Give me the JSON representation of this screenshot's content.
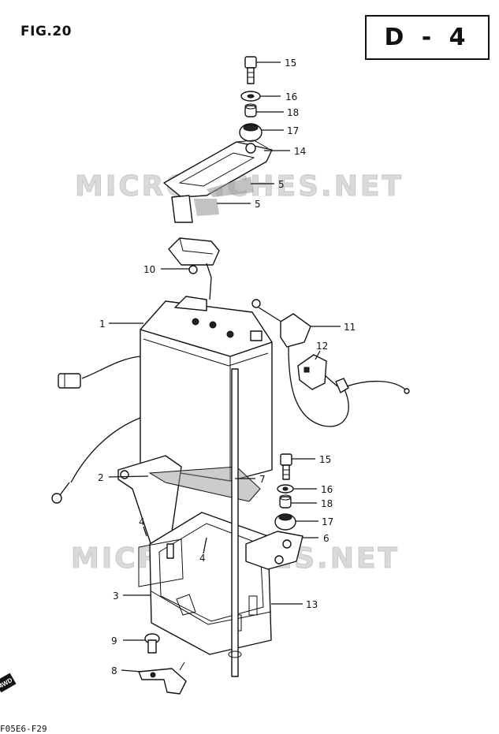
{
  "header": {
    "figure_label": "FIG.20",
    "section_code": "D - 4"
  },
  "watermark": {
    "text_top": "MICROFICHES.NET",
    "text_bottom": "MICROFICHES.NET"
  },
  "footer": {
    "code": "F05E6-F29",
    "badge": "4WD"
  },
  "callouts": [
    {
      "id": "c15a",
      "num": "15"
    },
    {
      "id": "c16a",
      "num": "16"
    },
    {
      "id": "c18a",
      "num": "18"
    },
    {
      "id": "c17a",
      "num": "17"
    },
    {
      "id": "c14",
      "num": "14"
    },
    {
      "id": "c5a",
      "num": "5"
    },
    {
      "id": "c5b",
      "num": "5"
    },
    {
      "id": "c10",
      "num": "10"
    },
    {
      "id": "c1",
      "num": "1"
    },
    {
      "id": "c11",
      "num": "11"
    },
    {
      "id": "c12",
      "num": "12"
    },
    {
      "id": "c15b",
      "num": "15"
    },
    {
      "id": "c2",
      "num": "2"
    },
    {
      "id": "c7",
      "num": "7"
    },
    {
      "id": "c16b",
      "num": "16"
    },
    {
      "id": "c18b",
      "num": "18"
    },
    {
      "id": "c17b",
      "num": "17"
    },
    {
      "id": "c4a",
      "num": "4"
    },
    {
      "id": "c4b",
      "num": "4"
    },
    {
      "id": "c6",
      "num": "6"
    },
    {
      "id": "c3",
      "num": "3"
    },
    {
      "id": "c13",
      "num": "13"
    },
    {
      "id": "c9",
      "num": "9"
    },
    {
      "id": "c8",
      "num": "8"
    }
  ]
}
